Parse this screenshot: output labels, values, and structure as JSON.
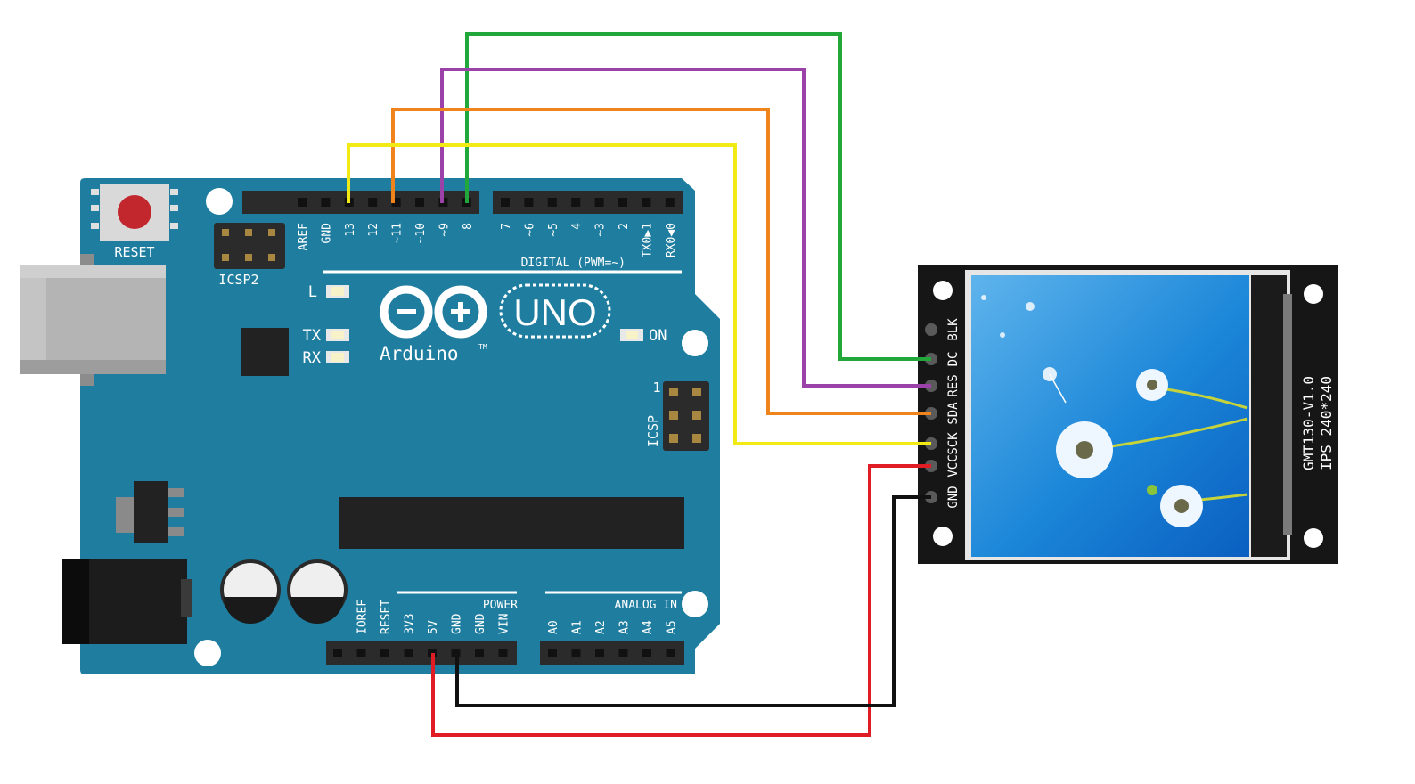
{
  "arduino": {
    "reset_label": "RESET",
    "icsp2_label": "ICSP2",
    "icsp_label": "ICSP",
    "icsp_pin1": "1",
    "led_l": "L",
    "led_tx": "TX",
    "led_rx": "RX",
    "led_on": "ON",
    "brand": "Arduino",
    "tm": "TM",
    "model": "UNO",
    "digital_label": "DIGITAL (PWM=~)",
    "power_label": "POWER",
    "analog_label": "ANALOG IN",
    "digital_pins_left": [
      "AREF",
      "GND",
      "13",
      "12",
      "~11",
      "~10",
      "~9",
      "8"
    ],
    "digital_pins_right": [
      "7",
      "~6",
      "~5",
      "4",
      "~3",
      "2",
      "TX0▶1",
      "RX0◀0"
    ],
    "power_pins": [
      "IOREF",
      "RESET",
      "3V3",
      "5V",
      "GND",
      "GND",
      "VIN"
    ],
    "analog_pins": [
      "A0",
      "A1",
      "A2",
      "A3",
      "A4",
      "A5"
    ]
  },
  "display": {
    "pins": [
      "BLK",
      "DC",
      "RES",
      "SDA",
      "SCK",
      "VCC",
      "GND"
    ],
    "model_text": "GMT130-V1.0",
    "spec_text": "IPS 240*240"
  },
  "colors": {
    "board": "#1f7ea0",
    "wire_dc": "#22a73a",
    "wire_res": "#9b42a8",
    "wire_sda": "#f0841c",
    "wire_sck": "#f2ea14",
    "wire_vcc": "#e01c24",
    "wire_gnd": "#111111"
  }
}
